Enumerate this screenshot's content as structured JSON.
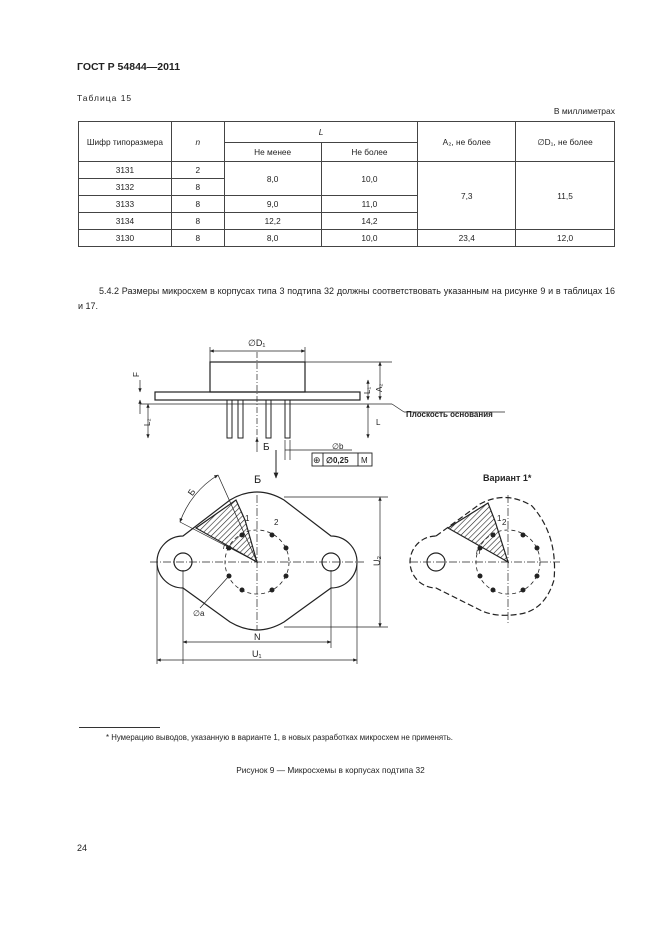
{
  "header": {
    "doc_id": "ГОСТ Р 54844—2011"
  },
  "table": {
    "caption": "Таблица 15",
    "units": "В миллиметрах",
    "head": {
      "code": "Шифр типоразмера",
      "n": "n",
      "L": "L",
      "min": "Не менее",
      "max": "Не более",
      "a2": "A₂, не более",
      "d1": "∅D₁, не более"
    },
    "rows": [
      {
        "code": "3131",
        "n": "2"
      },
      {
        "code": "3132",
        "n": "8"
      },
      {
        "code": "3133",
        "n": "8",
        "min": "9,0",
        "max": "11,0"
      },
      {
        "code": "3134",
        "n": "8",
        "min": "12,2",
        "max": "14,2"
      },
      {
        "code": "3130",
        "n": "8",
        "min": "8,0",
        "max": "10,0",
        "a2": "23,4",
        "d1": "12,0"
      }
    ],
    "merged": {
      "min_31": "8,0",
      "max_31": "10,0",
      "a2_31": "7,3",
      "d1_31": "11,5"
    }
  },
  "paragraph": "5.4.2 Размеры микросхем в корпусах типа 3 подтипа 32 должны соответствовать указанным на рисунке 9 и в таблицах 16 и 17.",
  "figure": {
    "labels": {
      "d1": "∅D₁",
      "f": "F",
      "a2": "A₂",
      "l1": "L₁",
      "l2": "L₂",
      "l": "L",
      "base_plane": "Плоскость основания",
      "b_mark": "Б",
      "b_view": "Б",
      "b_arrow": "Б",
      "db": "∅b",
      "tol": "∅0,25",
      "m": "M",
      "pos_symbol": "⊕",
      "variant": "Вариант 1*",
      "pin1": "1",
      "pin2": "2",
      "pinn": "n",
      "u2": "U₂",
      "da": "∅a",
      "N": "N",
      "u1": "U₁",
      "pin1b": "1",
      "pin2b": "2",
      "pinnb": "n"
    }
  },
  "footnote": "* Нумерацию выводов, указанную в варианте 1, в новых разработках микросхем не применять.",
  "figure_caption": "Рисунок 9 — Микросхемы в корпусах подтипа 32",
  "page_number": "24"
}
